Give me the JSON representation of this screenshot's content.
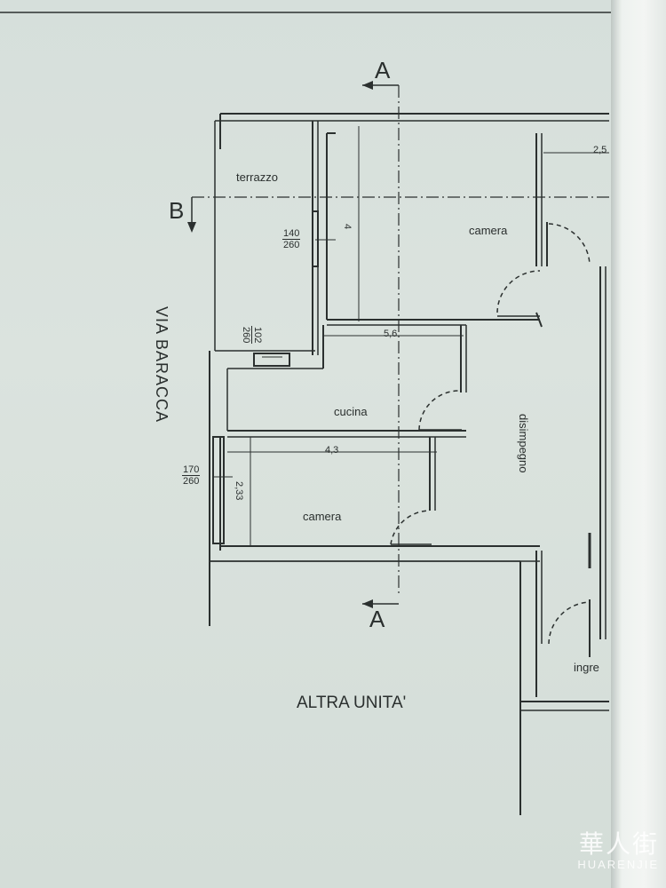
{
  "sections": {
    "a_top": "A",
    "a_bottom": "A",
    "b": "B"
  },
  "street": "VIA BARACCA",
  "rooms": {
    "terrazzo": "terrazzo",
    "camera_top": "camera",
    "cucina": "cucina",
    "camera_bottom": "camera",
    "disimpegno": "disimpegno",
    "ingresso": "ingre",
    "altra_unita": "ALTRA UNITA'"
  },
  "dimensions": {
    "terrazzo_width": "4",
    "camera_top_width": "5,6",
    "right_room": "2,5",
    "camera_bottom_width": "4,3",
    "camera_bottom_depth": "2,33"
  },
  "windows": {
    "w1": {
      "num": "140",
      "den": "260"
    },
    "w2": {
      "num": "102",
      "den": "260"
    },
    "w3": {
      "num": "170",
      "den": "260"
    }
  },
  "watermark": {
    "cn": "華人街",
    "en": "HUARENJIE"
  }
}
